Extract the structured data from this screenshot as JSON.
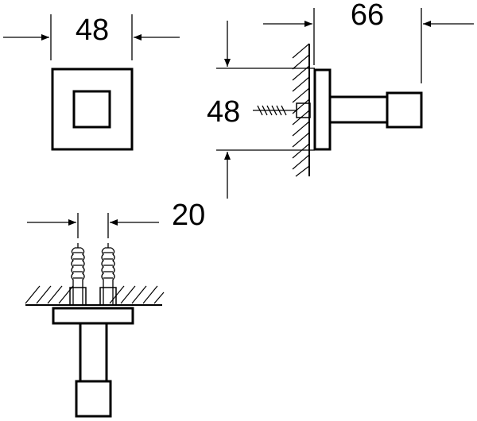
{
  "dimensions": {
    "width_top": "48",
    "projection": "66",
    "height_side": "48",
    "screw_spacing": "20"
  }
}
